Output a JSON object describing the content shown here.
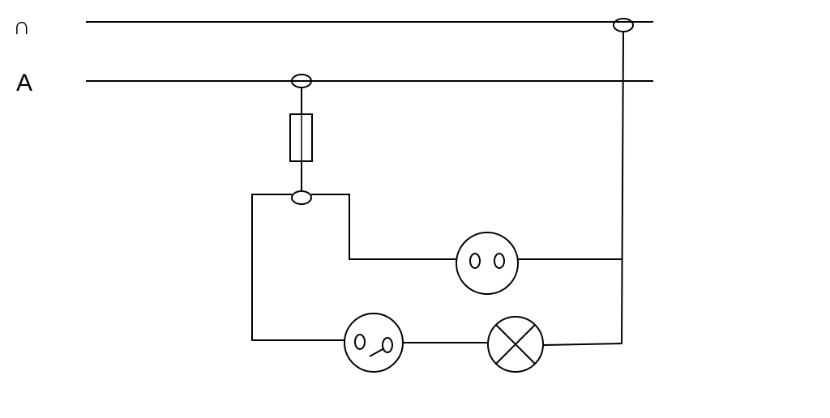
{
  "labels": {
    "line_top": "∩",
    "line_a": "A"
  },
  "colors": {
    "stroke": "#000000",
    "background": "#ffffff"
  },
  "components": [
    "fuse",
    "socket",
    "switch",
    "lamp"
  ]
}
